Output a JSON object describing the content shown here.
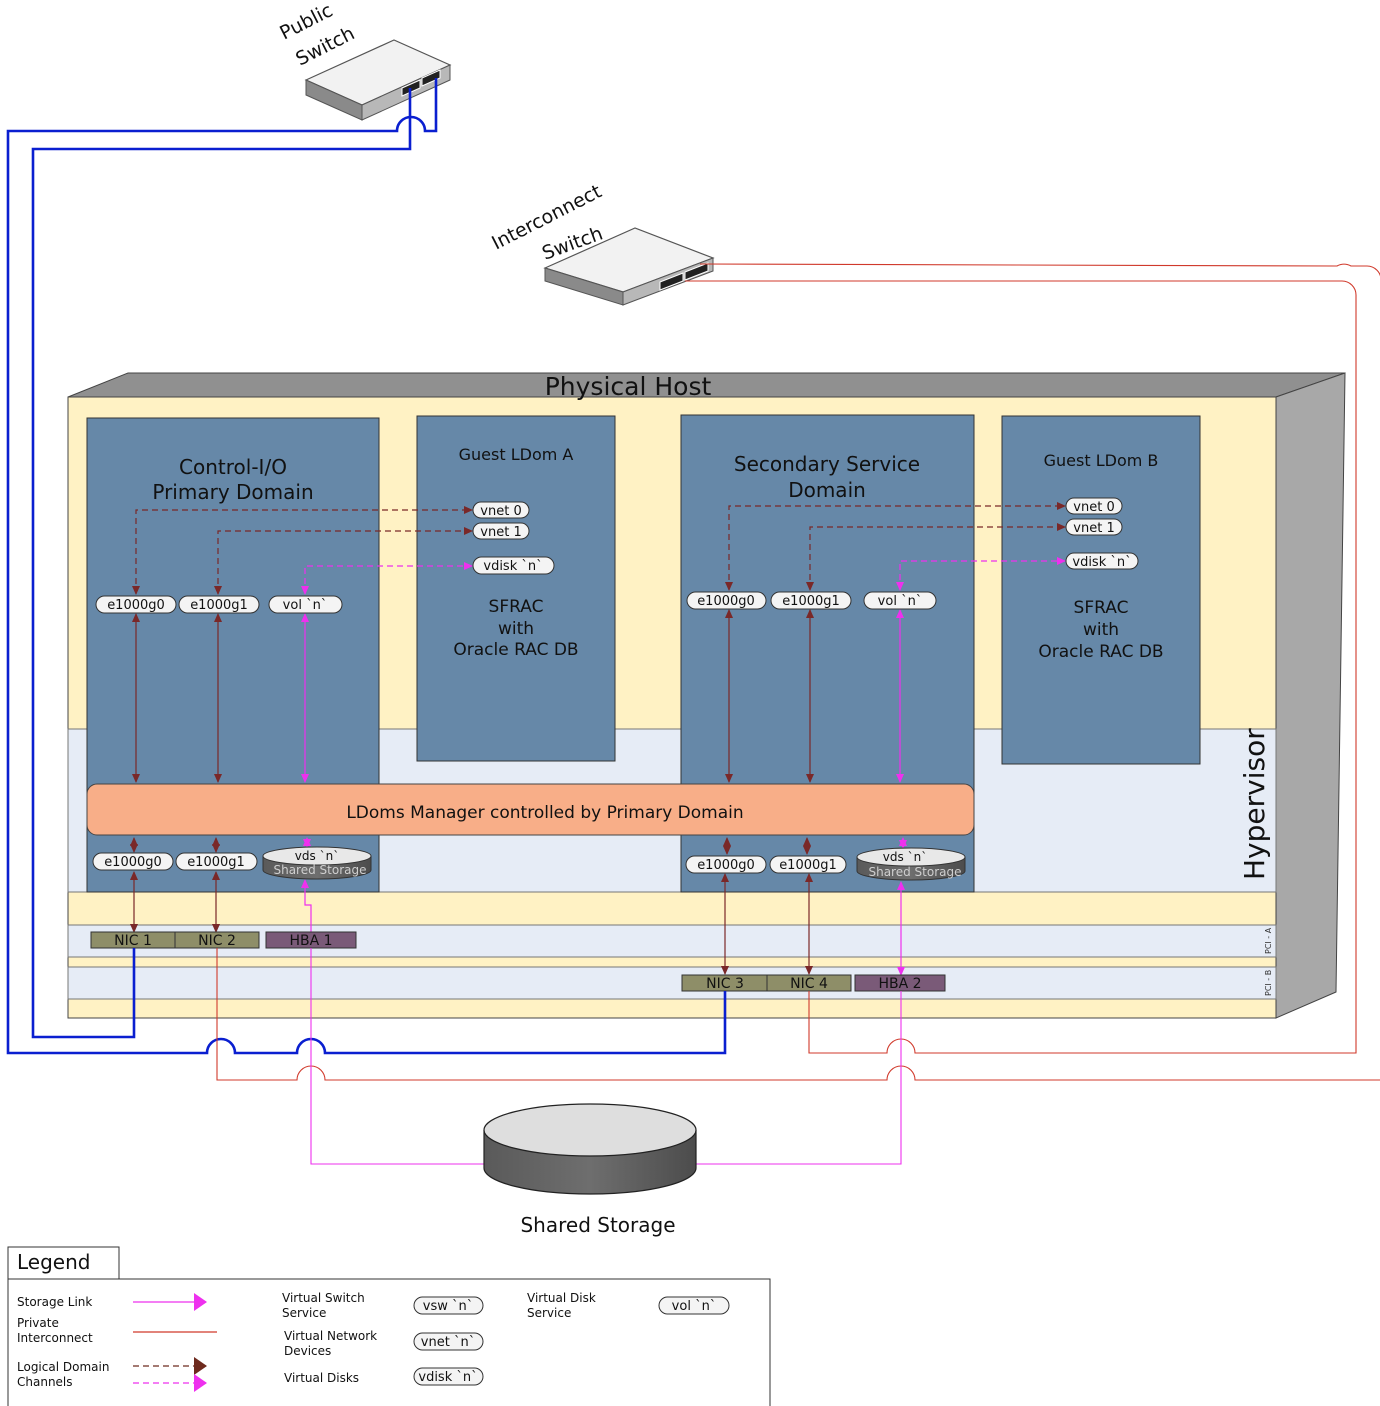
{
  "switches": {
    "public": {
      "line1": "Public",
      "line2": "Switch"
    },
    "interconnect": {
      "line1": "Interconnect",
      "line2": "Switch"
    }
  },
  "host": {
    "title": "Physical Host",
    "hypervisor": "Hypervisor",
    "pci_a": "PCI - A",
    "pci_b": "PCI - B"
  },
  "domains": {
    "primary": {
      "line1": "Control-I/O",
      "line2": "Primary Domain"
    },
    "guest_a": {
      "title": "Guest LDom A",
      "line1": "SFRAC",
      "line2": "with",
      "line3": "Oracle RAC DB"
    },
    "secondary": {
      "line1": "Secondary Service",
      "line2": "Domain"
    },
    "guest_b": {
      "title": "Guest LDom B",
      "line1": "SFRAC",
      "line2": "with",
      "line3": "Oracle RAC DB"
    }
  },
  "devices": {
    "e1000g0": "e1000g0",
    "e1000g1": "e1000g1",
    "vol": "vol `n`",
    "vnet0": "vnet 0",
    "vnet1": "vnet 1",
    "vdisk": "vdisk `n`",
    "vds": "vds `n`",
    "vds_sub": "Shared Storage"
  },
  "manager_label": "LDoms Manager controlled by Primary Domain",
  "adapters": {
    "nic1": "NIC 1",
    "nic2": "NIC 2",
    "hba1": "HBA 1",
    "nic3": "NIC 3",
    "nic4": "NIC 4",
    "hba2": "HBA 2"
  },
  "storage_label": "Shared Storage",
  "legend": {
    "title": "Legend",
    "storage_link": "Storage Link",
    "private_interconnect": [
      "Private",
      "Interconnect"
    ],
    "ldc": [
      "Logical Domain",
      "Channels"
    ],
    "vsw_label": [
      "Virtual Switch",
      "Service"
    ],
    "vsw_sym": "vsw `n`",
    "vnet_label": [
      "Virtual Network",
      "Devices"
    ],
    "vnet_sym": "vnet `n`",
    "vdisks_label": "Virtual Disks",
    "vdisk_sym": "vdisk `n`",
    "vds_label": [
      "Virtual Disk",
      "Service"
    ],
    "vol_sym": "vol `n`"
  },
  "colors": {
    "domain_fill": "#6688a8",
    "host_yellow": "#fff2c4",
    "hypervisor_band": "#e6ecf6",
    "manager_fill": "#f8ae88",
    "nic_fill": "#8e8e68",
    "hba_fill": "#7a5a78",
    "public_link": "#0a1fd0",
    "private_link": "#d0392b",
    "storage_link": "#ee30ee",
    "ldc_brown": "#7a2828"
  }
}
